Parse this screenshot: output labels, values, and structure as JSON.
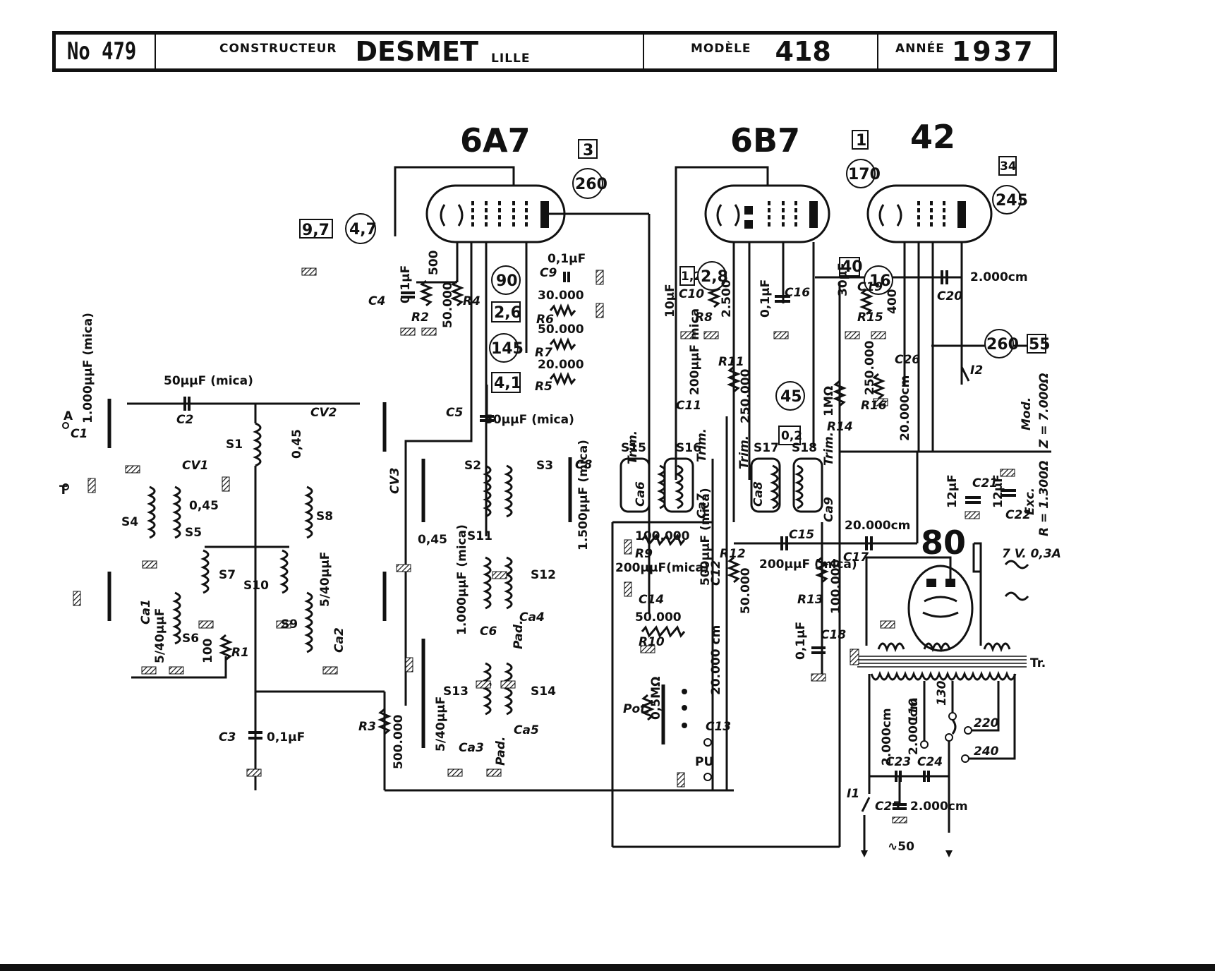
{
  "header": {
    "number_label": "No 479",
    "constructor_label": "CONSTRUCTEUR",
    "constructor_name": "DESMET",
    "city": "LILLE",
    "model_label": "MODÈLE",
    "model_value": "418",
    "year_label": "ANNÉE",
    "year_value": "1937"
  },
  "tubes": {
    "t1": "6A7",
    "t2": "6B7",
    "t3": "42",
    "t4": "80"
  },
  "measurements": {
    "m_3": "3",
    "m_260a": "260",
    "m_97": "9,7",
    "m_47": "4,7",
    "m_90": "90",
    "m_26": "2,6",
    "m_145": "145",
    "m_41": "4,1",
    "m_1": "1",
    "m_170": "170",
    "m_12": "1,2",
    "m_28": "2,8",
    "m_45": "45",
    "m_02": "0,2",
    "m_34": "34",
    "m_245": "245",
    "m_40": "40",
    "m_16": "16",
    "m_260b": "260",
    "m_55": "55"
  },
  "components": {
    "c1": "C1",
    "c1_val": "1.000µµF (mica)",
    "c2": "C2",
    "c2_val": "50µµF (mica)",
    "c3": "C3",
    "c3_val": "0,1µF",
    "c4": "C4",
    "c4_val": "0,1µF",
    "c5": "C5",
    "c5_val": "50µµF (mica)",
    "c6": "C6",
    "c6_val": "1.000µµF (mica)",
    "c8": "C8",
    "c8_val": "1.500µµF (mica)",
    "c9": "C9",
    "c9_val": "0,1µF",
    "c10": "C10",
    "c10_val": "10µF",
    "c11": "C11",
    "c11_val": "200µµF mica",
    "c12": "C12",
    "c12_val": "500µµF (mica)",
    "c13": "C13",
    "c13_val": "20.000 cm",
    "c14": "C14",
    "c14_val": "200µµF(mica)",
    "c15": "C15",
    "c15_val": "200µµF (mica)",
    "c16": "C16",
    "c16_val": "0,1µF",
    "c17": "C17",
    "c17_val": "20.000cm",
    "c18": "C18",
    "c18_val": "0,1µF",
    "c19": "C19",
    "c19_val": "30µF",
    "c20": "C20",
    "c20_val": "2.000cm",
    "c21": "C21",
    "c21_val": "12µF",
    "c22": "C22",
    "c22_val": "12µF",
    "c23": "C23",
    "c23_val": "2.000cm",
    "c24": "C24",
    "c24_val": "2.000cm",
    "c25": "C25",
    "c25_val": "2.000cm",
    "c26": "C26",
    "c26_val": "20.000cm",
    "r1": "R1",
    "r1_val": "100",
    "r2": "R2",
    "r2_val": "500",
    "r3": "R3",
    "r3_val": "500.000",
    "r4": "R4",
    "r4_val": "50.000",
    "r5": "R5",
    "r5_val": "20.000",
    "r6": "R6",
    "r6_val": "30.000",
    "r7": "R7",
    "r7_val": "50.000",
    "r8": "R8",
    "r8_val": "2.500",
    "r9": "R9",
    "r9_val": "100.000",
    "r10": "R10",
    "r10_val": "50.000",
    "r11": "R11",
    "r11_val": "250.000",
    "r12": "R12",
    "r12_val": "50.000",
    "r13": "R13",
    "r13_val": "100.000",
    "r14": "R14",
    "r14_val": "1MΩ",
    "r15": "R15",
    "r15_val": "400",
    "r16": "R16",
    "r16_val": "250.000",
    "pot": "Pot.",
    "pot_val": "0,5MΩ",
    "cv1": "CV1",
    "cv1_val": "0,45",
    "cv2": "CV2",
    "cv2_val": "0,45",
    "cv3": "CV3",
    "cv3_val": "0,45",
    "ca1": "Ca1",
    "ca1_val": "5/40µµF",
    "ca2": "Ca2",
    "ca2_val": "5/40µµF",
    "ca3": "Ca3",
    "ca3_val": "5/40µµF",
    "ca4": "Ca4",
    "ca4_pad": "Pad.",
    "ca5": "Ca5",
    "ca5_pad": "Pad.",
    "ca6": "Ca6",
    "ca7": "Ca7",
    "ca8": "Ca8",
    "ca9": "Ca9",
    "trim": "Trim."
  },
  "coils": [
    "S1",
    "S2",
    "S3",
    "S4",
    "S5",
    "S6",
    "S7",
    "S8",
    "S9",
    "S10",
    "S11",
    "S12",
    "S13",
    "S14",
    "S15",
    "S16",
    "S17",
    "S18"
  ],
  "terminals": {
    "antenna": "A",
    "earth": "T",
    "pickup": "PU",
    "switch1": "I1",
    "switch2": "I2",
    "transformer": "Tr.",
    "mains": "∿50",
    "tap110": "110",
    "tap130": "130",
    "tap220": "220",
    "tap240": "240",
    "heater": "7 V. 0,3A",
    "speaker_mod": "Mod.",
    "speaker_z": "Z = 7.000Ω",
    "speaker_exc": "Exc.",
    "speaker_r": "R = 1.300Ω"
  }
}
